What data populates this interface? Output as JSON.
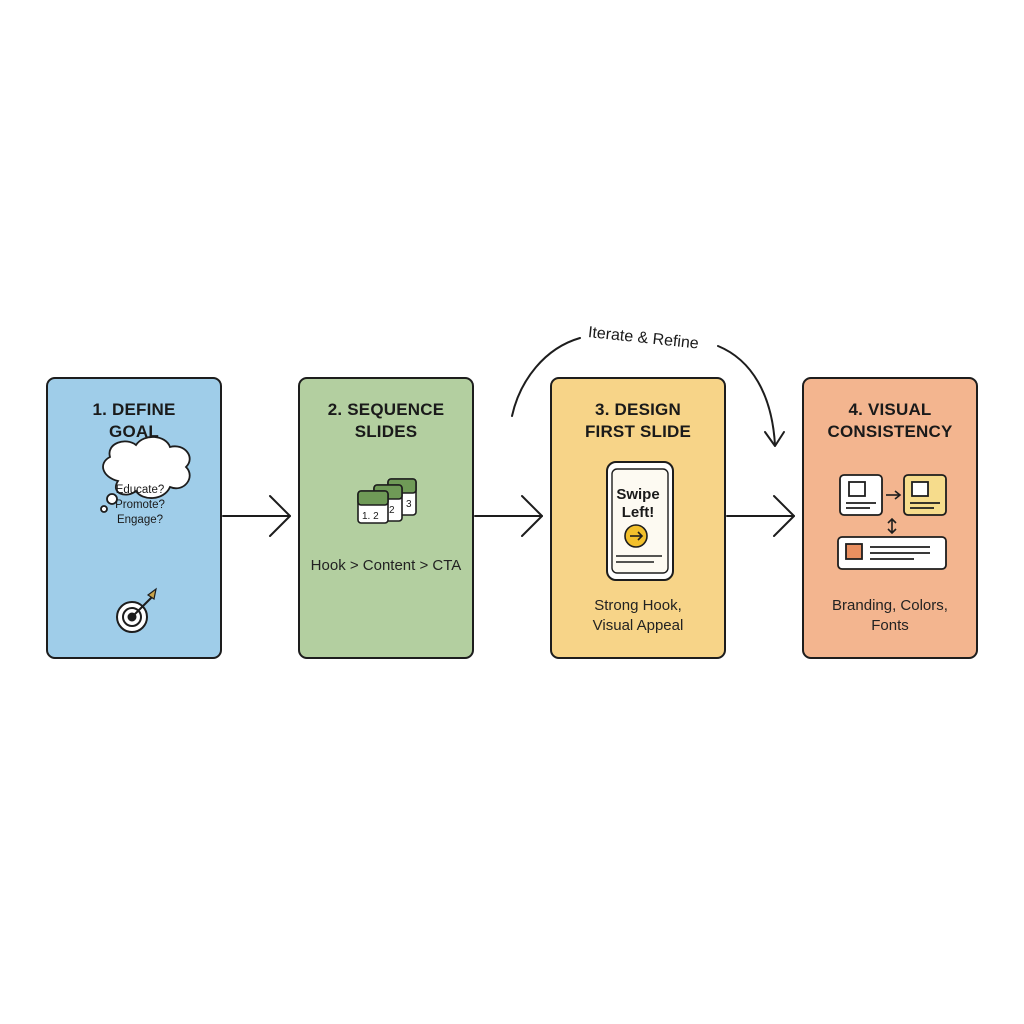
{
  "steps": [
    {
      "title_line1": "1. DEFINE",
      "title_line2": "GOAL",
      "color": "#9fcde9",
      "bubble": [
        "Educate?",
        "Promote?",
        "Engage?"
      ],
      "icons": [
        "thought-bubble-icon",
        "target-icon"
      ]
    },
    {
      "title_line1": "2. SEQUENCE",
      "title_line2": "SLIDES",
      "color": "#b3cfa0",
      "slide_numbers": [
        "1. 2",
        "2",
        "3"
      ],
      "caption": "Hook > Content > CTA",
      "icons": [
        "stacked-slides-icon"
      ]
    },
    {
      "title_line1": "3. DESIGN",
      "title_line2": "FIRST SLIDE",
      "color": "#f7d488",
      "phone_line1": "Swipe",
      "phone_line2": "Left!",
      "caption_line1": "Strong Hook,",
      "caption_line2": "Visual Appeal",
      "icons": [
        "phone-icon",
        "arrow-right-circle-icon"
      ]
    },
    {
      "title_line1": "4. VISUAL",
      "title_line2": "CONSISTENCY",
      "color": "#f3b58f",
      "caption_line1": "Branding, Colors,",
      "caption_line2": "Fonts",
      "icons": [
        "layout-blocks-icon"
      ]
    }
  ],
  "loop": {
    "label": "Iterate & Refine"
  }
}
